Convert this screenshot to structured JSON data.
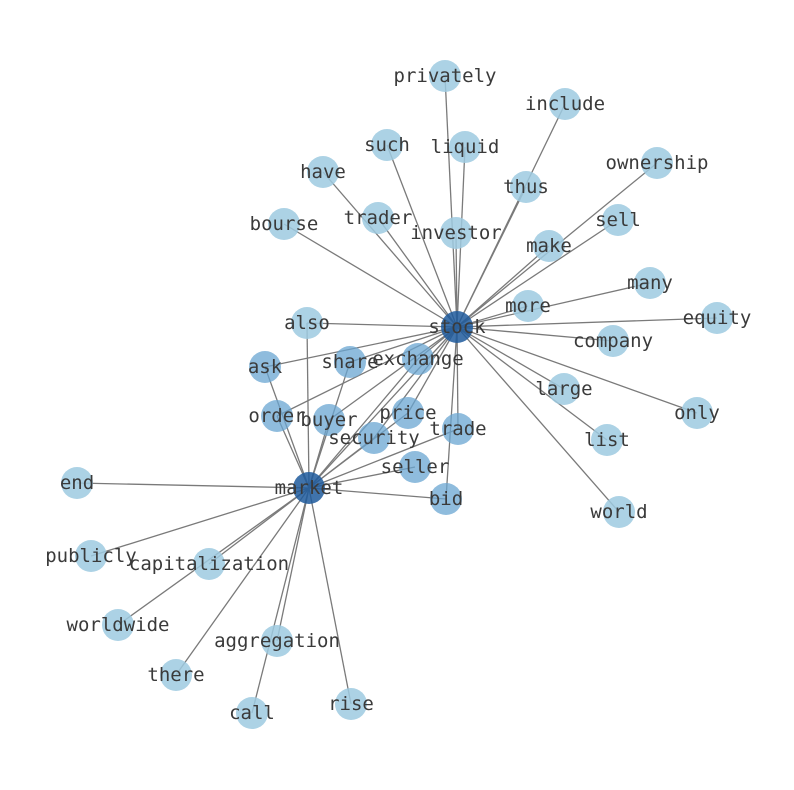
{
  "graph": {
    "colors": {
      "hub": "#1f5b9c",
      "mid": "#6aa6d2",
      "leaf": "#9ecae1",
      "edge": "#7a7a7a",
      "text": "#3a3a3a"
    },
    "nodes": [
      {
        "id": "stock",
        "label": "stock",
        "level": "hub"
      },
      {
        "id": "market",
        "label": "market",
        "level": "hub"
      },
      {
        "id": "privately",
        "label": "privately",
        "level": "leaf"
      },
      {
        "id": "include",
        "label": "include",
        "level": "leaf"
      },
      {
        "id": "such",
        "label": "such",
        "level": "leaf"
      },
      {
        "id": "liquid",
        "label": "liquid",
        "level": "leaf"
      },
      {
        "id": "ownership",
        "label": "ownership",
        "level": "leaf"
      },
      {
        "id": "have",
        "label": "have",
        "level": "leaf"
      },
      {
        "id": "thus",
        "label": "thus",
        "level": "leaf"
      },
      {
        "id": "trader",
        "label": "trader",
        "level": "leaf"
      },
      {
        "id": "sell",
        "label": "sell",
        "level": "leaf"
      },
      {
        "id": "bourse",
        "label": "bourse",
        "level": "leaf"
      },
      {
        "id": "investor",
        "label": "investor",
        "level": "leaf"
      },
      {
        "id": "make",
        "label": "make",
        "level": "leaf"
      },
      {
        "id": "many",
        "label": "many",
        "level": "leaf"
      },
      {
        "id": "more",
        "label": "more",
        "level": "leaf"
      },
      {
        "id": "equity",
        "label": "equity",
        "level": "leaf"
      },
      {
        "id": "also",
        "label": "also",
        "level": "leaf"
      },
      {
        "id": "company",
        "label": "company",
        "level": "leaf"
      },
      {
        "id": "ask",
        "label": "ask",
        "level": "mid"
      },
      {
        "id": "share",
        "label": "share",
        "level": "mid"
      },
      {
        "id": "exchange",
        "label": "exchange",
        "level": "mid"
      },
      {
        "id": "large",
        "label": "large",
        "level": "leaf"
      },
      {
        "id": "only",
        "label": "only",
        "level": "leaf"
      },
      {
        "id": "order",
        "label": "order",
        "level": "mid"
      },
      {
        "id": "buyer",
        "label": "buyer",
        "level": "mid"
      },
      {
        "id": "price",
        "label": "price",
        "level": "mid"
      },
      {
        "id": "security",
        "label": "security",
        "level": "mid"
      },
      {
        "id": "trade",
        "label": "trade",
        "level": "mid"
      },
      {
        "id": "list",
        "label": "list",
        "level": "leaf"
      },
      {
        "id": "seller",
        "label": "seller",
        "level": "mid"
      },
      {
        "id": "end",
        "label": "end",
        "level": "leaf"
      },
      {
        "id": "bid",
        "label": "bid",
        "level": "mid"
      },
      {
        "id": "world",
        "label": "world",
        "level": "leaf"
      },
      {
        "id": "publicly",
        "label": "publicly",
        "level": "leaf"
      },
      {
        "id": "capitalization",
        "label": "capitalization",
        "level": "leaf"
      },
      {
        "id": "worldwide",
        "label": "worldwide",
        "level": "leaf"
      },
      {
        "id": "aggregation",
        "label": "aggregation",
        "level": "leaf"
      },
      {
        "id": "there",
        "label": "there",
        "level": "leaf"
      },
      {
        "id": "rise",
        "label": "rise",
        "level": "leaf"
      },
      {
        "id": "call",
        "label": "call",
        "level": "leaf"
      }
    ],
    "edges": [
      [
        "stock",
        "privately"
      ],
      [
        "stock",
        "include"
      ],
      [
        "stock",
        "such"
      ],
      [
        "stock",
        "liquid"
      ],
      [
        "stock",
        "ownership"
      ],
      [
        "stock",
        "have"
      ],
      [
        "stock",
        "thus"
      ],
      [
        "stock",
        "trader"
      ],
      [
        "stock",
        "sell"
      ],
      [
        "stock",
        "bourse"
      ],
      [
        "stock",
        "investor"
      ],
      [
        "stock",
        "make"
      ],
      [
        "stock",
        "many"
      ],
      [
        "stock",
        "more"
      ],
      [
        "stock",
        "equity"
      ],
      [
        "stock",
        "also"
      ],
      [
        "stock",
        "company"
      ],
      [
        "stock",
        "ask"
      ],
      [
        "stock",
        "share"
      ],
      [
        "stock",
        "exchange"
      ],
      [
        "stock",
        "large"
      ],
      [
        "stock",
        "only"
      ],
      [
        "stock",
        "list"
      ],
      [
        "stock",
        "world"
      ],
      [
        "stock",
        "order"
      ],
      [
        "stock",
        "buyer"
      ],
      [
        "stock",
        "price"
      ],
      [
        "stock",
        "security"
      ],
      [
        "stock",
        "trade"
      ],
      [
        "stock",
        "bid"
      ],
      [
        "stock",
        "market"
      ],
      [
        "market",
        "also"
      ],
      [
        "market",
        "ask"
      ],
      [
        "market",
        "share"
      ],
      [
        "market",
        "exchange"
      ],
      [
        "market",
        "order"
      ],
      [
        "market",
        "buyer"
      ],
      [
        "market",
        "price"
      ],
      [
        "market",
        "security"
      ],
      [
        "market",
        "trade"
      ],
      [
        "market",
        "seller"
      ],
      [
        "market",
        "bid"
      ],
      [
        "market",
        "end"
      ],
      [
        "market",
        "publicly"
      ],
      [
        "market",
        "capitalization"
      ],
      [
        "market",
        "worldwide"
      ],
      [
        "market",
        "aggregation"
      ],
      [
        "market",
        "there"
      ],
      [
        "market",
        "rise"
      ],
      [
        "market",
        "call"
      ]
    ]
  }
}
